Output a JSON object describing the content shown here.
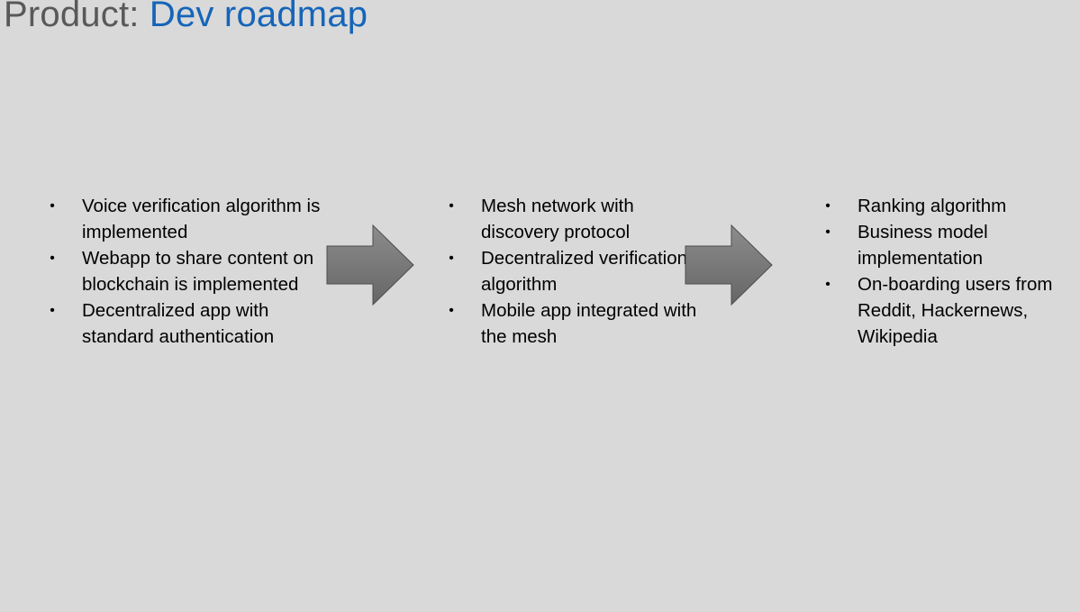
{
  "title": {
    "prefix": "Product: ",
    "highlight": "Dev roadmap"
  },
  "bullet_glyph": "•",
  "columns": [
    {
      "items": [
        "Voice verification algorithm  is implemented",
        "Webapp to share content on blockchain is implemented",
        "Decentralized app with standard authentication"
      ]
    },
    {
      "items": [
        "Mesh network with discovery protocol",
        "Decentralized verification algorithm",
        "Mobile app integrated with the mesh"
      ]
    },
    {
      "items": [
        "Ranking algorithm",
        "Business model implementation",
        "On-boarding users from Reddit, Hackernews, Wikipedia"
      ]
    }
  ],
  "arrows": [
    {
      "icon": "right-arrow-icon",
      "fill_top": "#8c8c8c",
      "fill_bottom": "#666666",
      "stroke": "#4d4d4d"
    },
    {
      "icon": "right-arrow-icon",
      "fill_top": "#8c8c8c",
      "fill_bottom": "#666666",
      "stroke": "#4d4d4d"
    }
  ],
  "colors": {
    "background": "#d9d9d9",
    "title_prefix": "#595959",
    "title_highlight": "#1565b8",
    "body_text": "#000000"
  }
}
